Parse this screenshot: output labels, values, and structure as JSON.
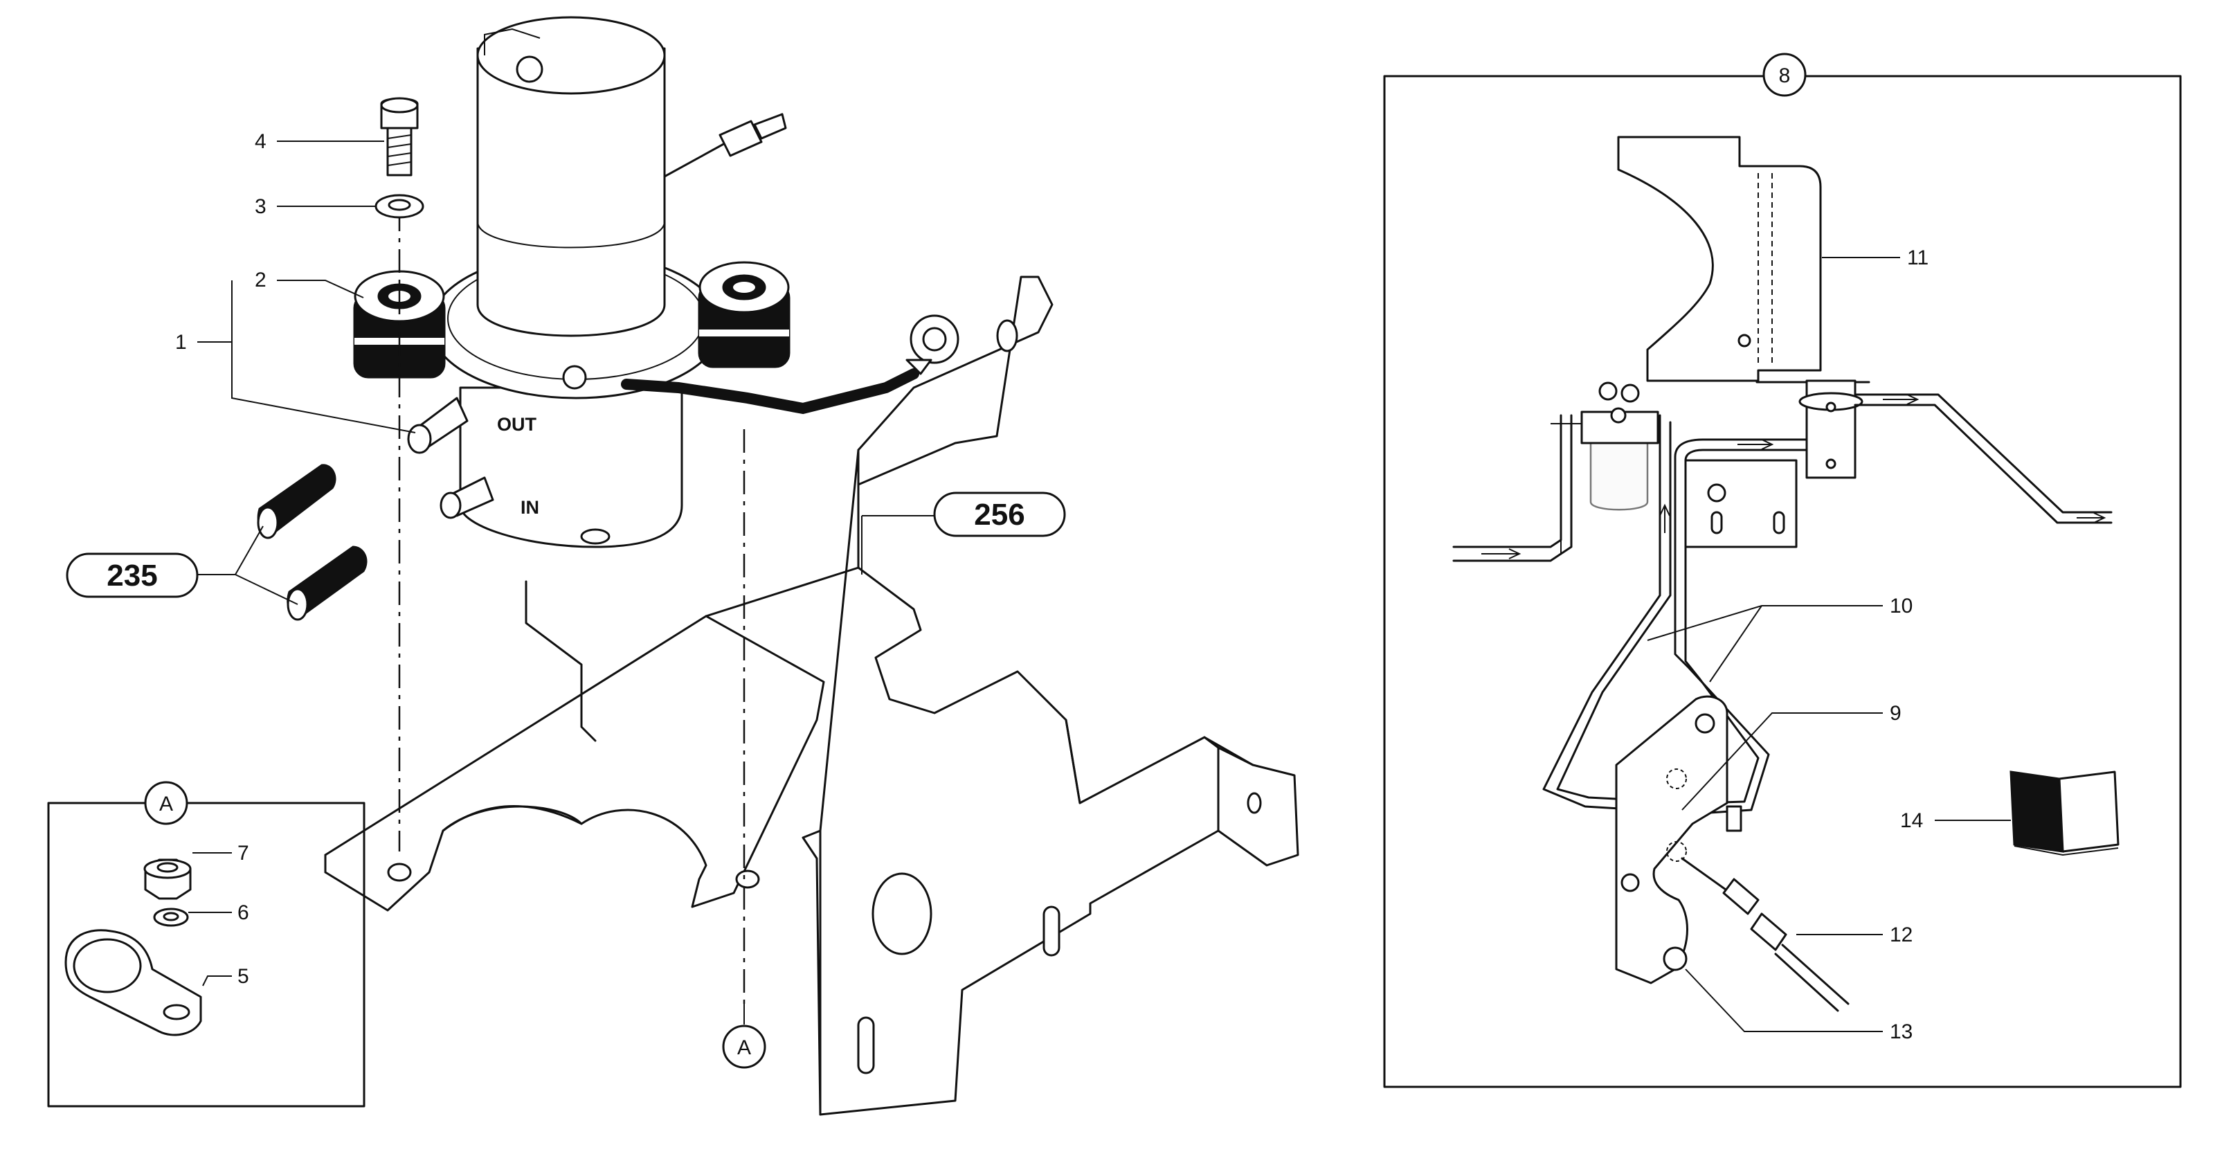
{
  "callouts": {
    "c1": "1",
    "c2": "2",
    "c3": "3",
    "c4": "4",
    "c5": "5",
    "c6": "6",
    "c7": "7",
    "c9": "9",
    "c10": "10",
    "c11": "11",
    "c12": "12",
    "c13": "13",
    "c14": "14"
  },
  "references": {
    "r235": "235",
    "r256": "256"
  },
  "ports": {
    "out": "OUT",
    "in": "IN"
  },
  "detail_circles": {
    "a_inset": "A",
    "a_pointer": "A",
    "view8": "8"
  }
}
